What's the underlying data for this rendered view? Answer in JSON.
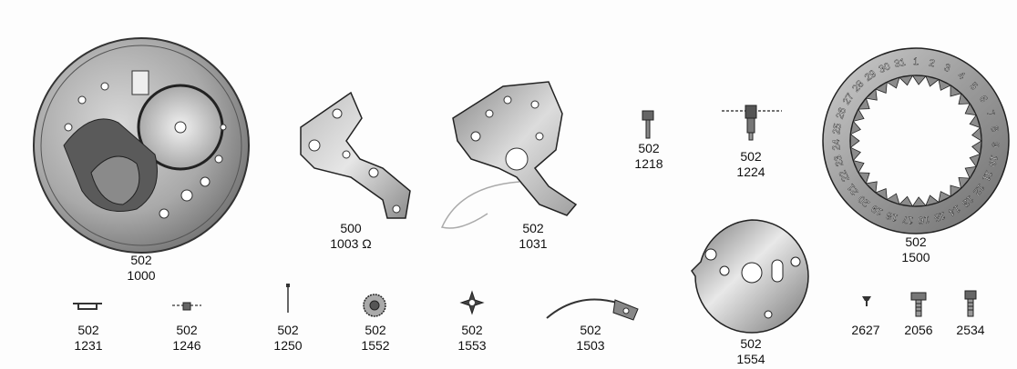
{
  "parts": {
    "p1000": {
      "calibre": "502",
      "part": "1000"
    },
    "p1003": {
      "calibre": "500",
      "part": "1003 Ω"
    },
    "p1031": {
      "calibre": "502",
      "part": "1031"
    },
    "p1218": {
      "calibre": "502",
      "part": "1218"
    },
    "p1224": {
      "calibre": "502",
      "part": "1224"
    },
    "p1500": {
      "calibre": "502",
      "part": "1500"
    },
    "p1231": {
      "calibre": "502",
      "part": "1231"
    },
    "p1246": {
      "calibre": "502",
      "part": "1246"
    },
    "p1250": {
      "calibre": "502",
      "part": "1250"
    },
    "p1552": {
      "calibre": "502",
      "part": "1552"
    },
    "p1553": {
      "calibre": "502",
      "part": "1553"
    },
    "p1503": {
      "calibre": "502",
      "part": "1503"
    },
    "p1554": {
      "calibre": "502",
      "part": "1554"
    },
    "p2627": {
      "part": "2627"
    },
    "p2056": {
      "part": "2056"
    },
    "p2534": {
      "part": "2534"
    }
  },
  "date_ring": {
    "numerals": [
      "1",
      "2",
      "3",
      "4",
      "5",
      "6",
      "7",
      "8",
      "9",
      "10",
      "11",
      "12",
      "13",
      "14",
      "15",
      "16",
      "17",
      "18",
      "19",
      "20",
      "21",
      "22",
      "23",
      "24",
      "25",
      "26",
      "27",
      "28",
      "29",
      "30",
      "31"
    ]
  }
}
